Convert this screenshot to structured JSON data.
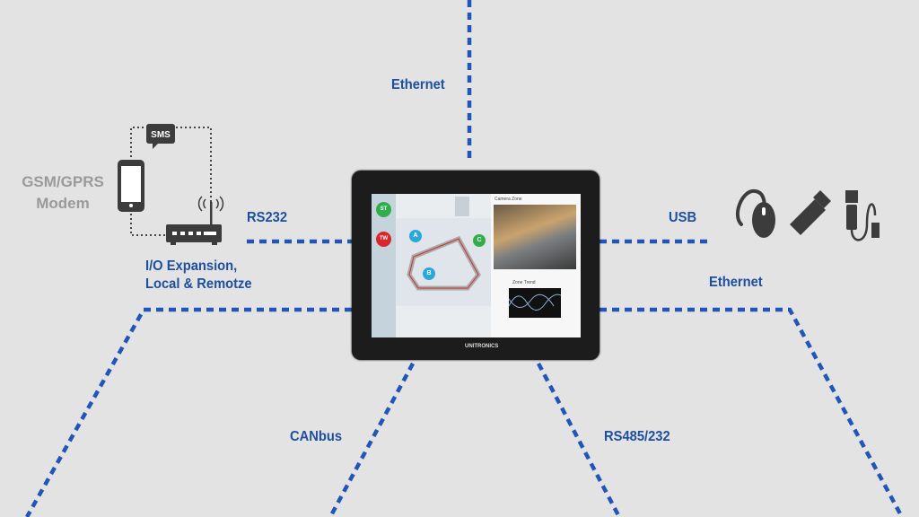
{
  "labels": {
    "ethernet_top": "Ethernet",
    "rs232": "RS232",
    "usb": "USB",
    "ethernet_right": "Ethernet",
    "io_line1": "I/O Expansion,",
    "io_line2": "Local & Remotze",
    "canbus": "CANbus",
    "rs485": "RS485/232",
    "gsm_line1": "GSM/GPRS",
    "gsm_line2": "Modem",
    "sms": "SMS"
  },
  "device": {
    "brand": "UNITRONICS",
    "start_button": "ST",
    "stop_button": "TW",
    "markers": [
      "A",
      "B",
      "C"
    ],
    "camera_title": "Camera Zone",
    "trend_title": "Zone Trend"
  },
  "icons": [
    "mobile-phone-icon",
    "router-icon",
    "sms-bubble-icon",
    "mouse-icon",
    "usb-stick-icon",
    "usb-cable-icon"
  ],
  "colors": {
    "line": "#2255b8",
    "label": "#1d4f9f",
    "icon": "#3c3c3c",
    "background": "#e3e3e3"
  }
}
